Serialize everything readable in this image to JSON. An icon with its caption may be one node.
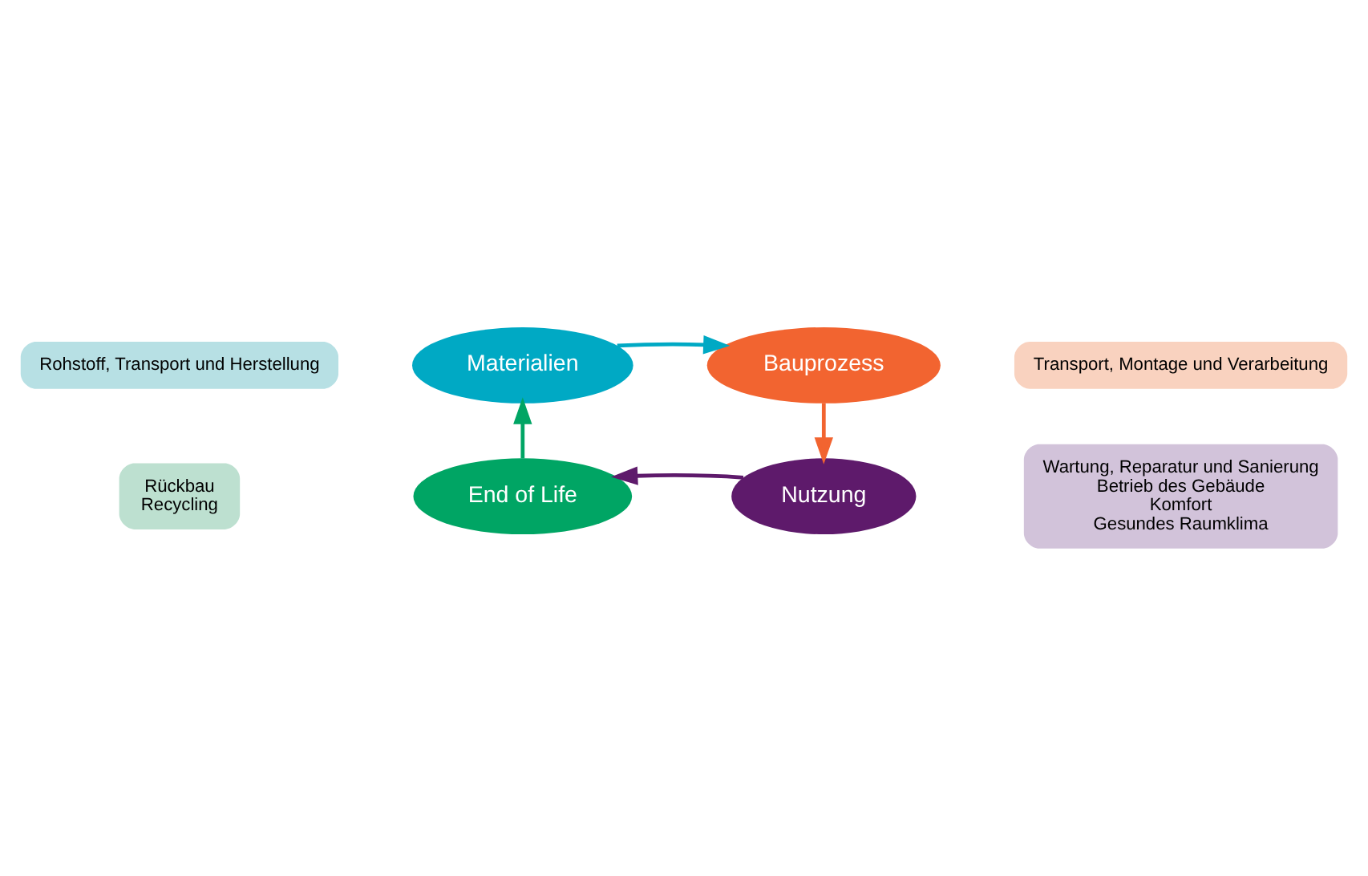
{
  "diagram": {
    "nodes": [
      {
        "text": [
          "Materialien"
        ]
      },
      {
        "text": [
          "Bauprozess"
        ]
      },
      {
        "text": [
          "Nutzung"
        ]
      },
      {
        "text": [
          "End of Life"
        ]
      },
      {
        "text": [
          "Rohstoff, Transport und Herstellung"
        ]
      },
      {
        "text": [
          "Transport, Montage und Verarbeitung"
        ]
      },
      {
        "text": [
          "Wartung, Reparatur und Sanierung",
          "Betrieb des Gebäude",
          "Komfort",
          "Gesundes Raumklima"
        ]
      },
      {
        "text": [
          "Rückbau",
          "Recycling"
        ]
      }
    ],
    "edges": [
      {
        "from": 0,
        "to": 1,
        "arrow": "to",
        "color": "#00a9c4"
      },
      {
        "from": 1,
        "to": 2,
        "arrow": "to",
        "color": "#f26430"
      },
      {
        "from": 2,
        "to": 3,
        "arrow": "to",
        "color": "#5e1a6b"
      },
      {
        "from": 3,
        "to": 0,
        "arrow": "to",
        "color": "#00a564"
      }
    ]
  }
}
